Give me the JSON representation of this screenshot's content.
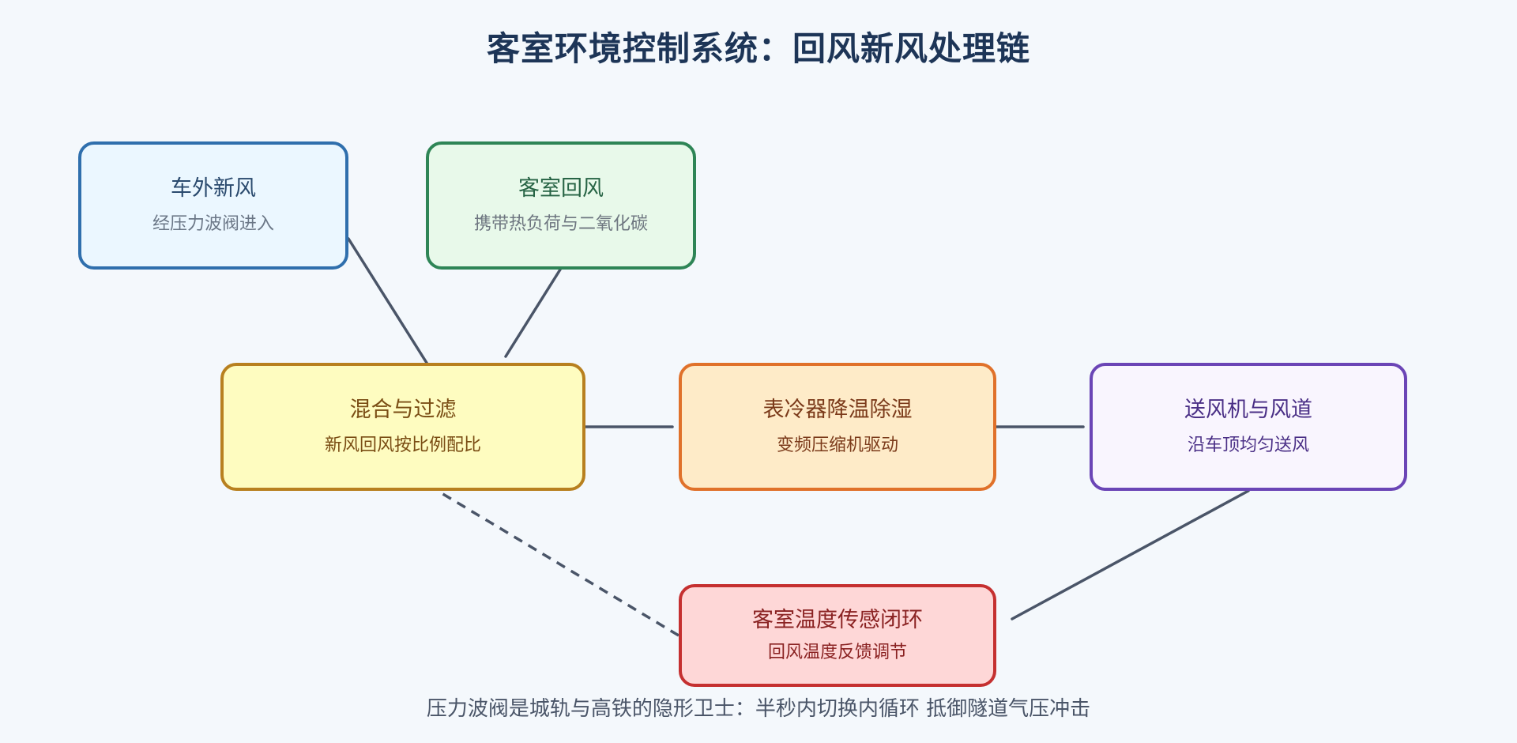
{
  "diagram": {
    "title": "客室环境控制系统：回风新风处理链",
    "nodes": {
      "fresh_air": {
        "label": "车外新风",
        "sub": "经压力波阀进入"
      },
      "return_air": {
        "label": "客室回风",
        "sub": "携带热负荷与二氧化碳"
      },
      "mix": {
        "label": "混合与过滤",
        "sub": "新风回风按比例配比"
      },
      "cooling": {
        "label": "表冷器降温除湿",
        "sub": "变频压缩机驱动"
      },
      "fan": {
        "label": "送风机与风道",
        "sub": "沿车顶均匀送风"
      },
      "sensor": {
        "label": "客室温度传感闭环",
        "sub": "回风温度反馈调节"
      }
    },
    "edges": [
      {
        "from": "fresh_air",
        "to": "mix",
        "style": "solid"
      },
      {
        "from": "return_air",
        "to": "mix",
        "style": "solid"
      },
      {
        "from": "mix",
        "to": "cooling",
        "style": "solid"
      },
      {
        "from": "cooling",
        "to": "fan",
        "style": "solid"
      },
      {
        "from": "fan",
        "to": "sensor",
        "style": "solid"
      },
      {
        "from": "sensor",
        "to": "mix",
        "style": "dashed"
      }
    ],
    "footnote": "压力波阀是城轨与高铁的隐形卫士：半秒内切换内循环 抵御隧道气压冲击"
  },
  "colors": {
    "background": "#f4f8fc",
    "title": "#1d3557",
    "edge": "#4a5568"
  }
}
